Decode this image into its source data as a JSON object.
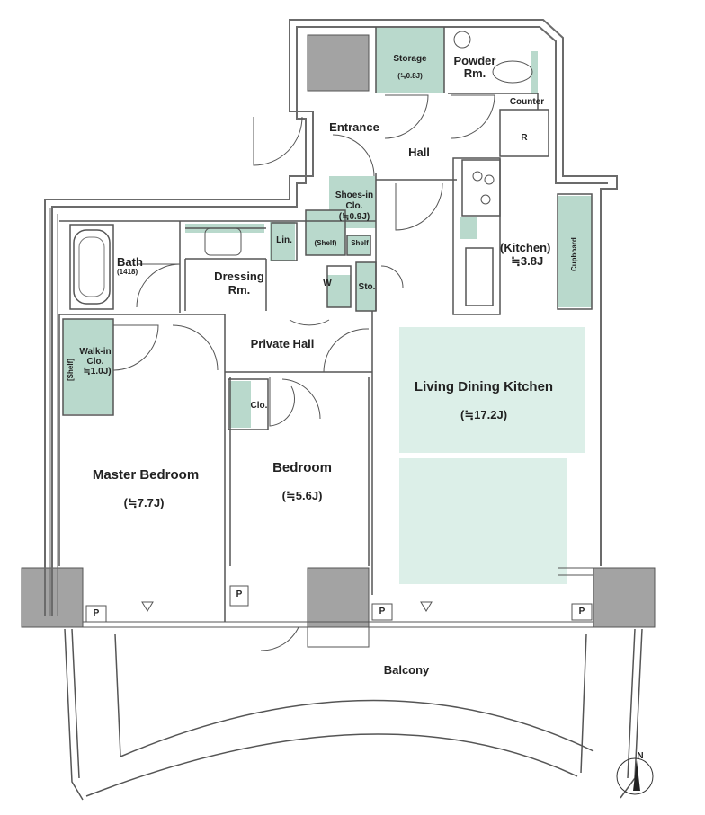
{
  "rooms": {
    "storage": {
      "name": "Storage",
      "area": "(≒0.8J)"
    },
    "powder": {
      "name": "Powder",
      "name2": "Rm."
    },
    "counter": "Counter",
    "entrance": "Entrance",
    "hall": "Hall",
    "refrigerator": "R",
    "shoes": {
      "name": "Shoes-in",
      "name2": "Clo.",
      "area": "(≒0.9J)"
    },
    "shelf_a": "(Shelf)",
    "shelf_b": "Shelf",
    "bath": {
      "name": "Bath",
      "size": "(1418)"
    },
    "linen": "Lin.",
    "dressing": {
      "name": "Dressing",
      "name2": "Rm."
    },
    "washer": "W",
    "storage_small": "Sto.",
    "kitchen": {
      "name": "Kitchen",
      "area": "≒3.8J"
    },
    "cupboard": "Cupboard",
    "private_hall": "Private Hall",
    "walkin": {
      "name": "Walk-in",
      "name2": "Clo.",
      "area": "≒1.0J)",
      "shelf": "[Shelf]"
    },
    "closet": "Clo.",
    "ldk": {
      "name": "Living Dining Kitchen",
      "area": "(≒17.2J)"
    },
    "master": {
      "name": "Master Bedroom",
      "area": "(≒7.7J)"
    },
    "bedroom": {
      "name": "Bedroom",
      "area": "(≒5.6J)"
    },
    "pipe": "P",
    "balcony": "Balcony",
    "north": "N"
  },
  "colors": {
    "wall": "#6b6b6b",
    "storage_fill": "#b9d9cc",
    "ldk_fill": "#dcefe8",
    "pillar": "#a3a3a3",
    "line": "#555555"
  }
}
